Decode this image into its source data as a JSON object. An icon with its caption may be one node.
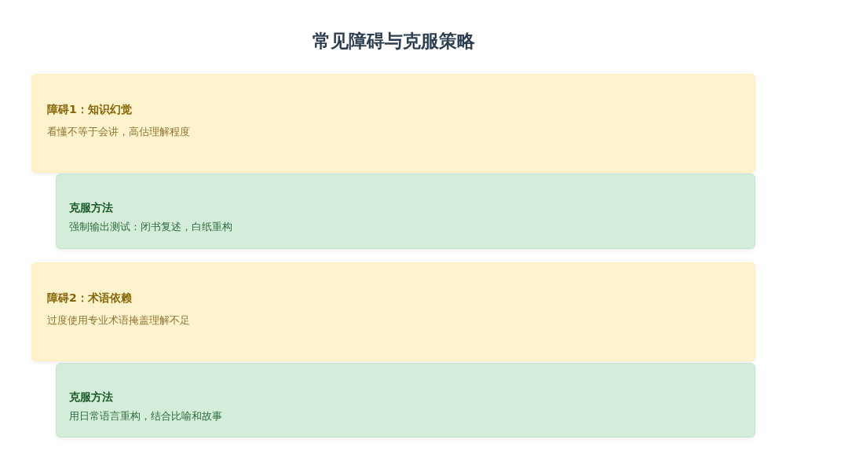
{
  "diagram": {
    "title": "常见障碍与克服策略",
    "nodes": [
      {
        "text": [
          "障碍1：知识幻觉",
          "看懂不等于会讲，高估理解程度"
        ]
      },
      {
        "text": [
          "克服方法",
          "强制输出测试：闭书复述，白纸重构"
        ]
      },
      {
        "text": [
          "障碍2：术语依赖",
          "过度使用专业术语掩盖理解不足"
        ]
      },
      {
        "text": [
          "克服方法",
          "用日常语言重构，结合比喻和故事"
        ]
      }
    ]
  }
}
